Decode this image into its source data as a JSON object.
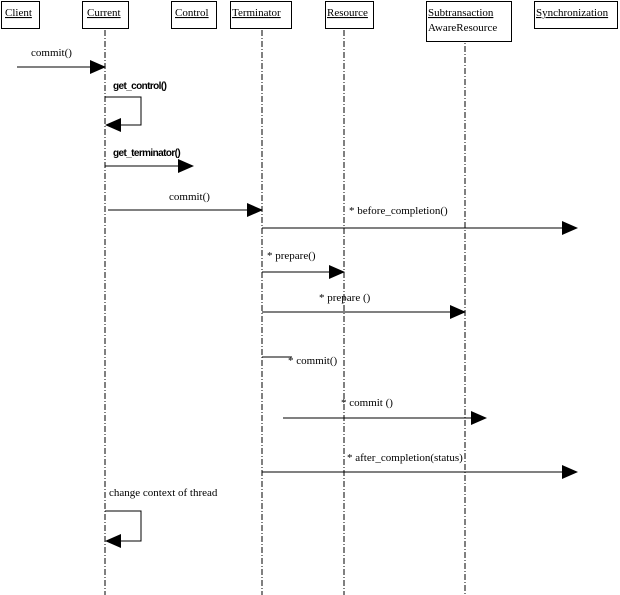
{
  "participants": [
    {
      "line1": "Client",
      "line2": ""
    },
    {
      "line1": "Current",
      "line2": ""
    },
    {
      "line1": "Control",
      "line2": ""
    },
    {
      "line1": "Terminator",
      "line2": ""
    },
    {
      "line1": "Resource",
      "line2": ""
    },
    {
      "line1": "Subtransaction",
      "line2": "AwareResource"
    },
    {
      "line1": "Synchronization",
      "line2": ""
    }
  ],
  "messages": [
    "commit()",
    "get_control()",
    "get_terminator()",
    "commit()",
    "* before_completion()",
    "* prepare()",
    "* prepare ()",
    "* commit()",
    "* commit ()",
    "* after_completion(status)",
    "change context of thread"
  ]
}
